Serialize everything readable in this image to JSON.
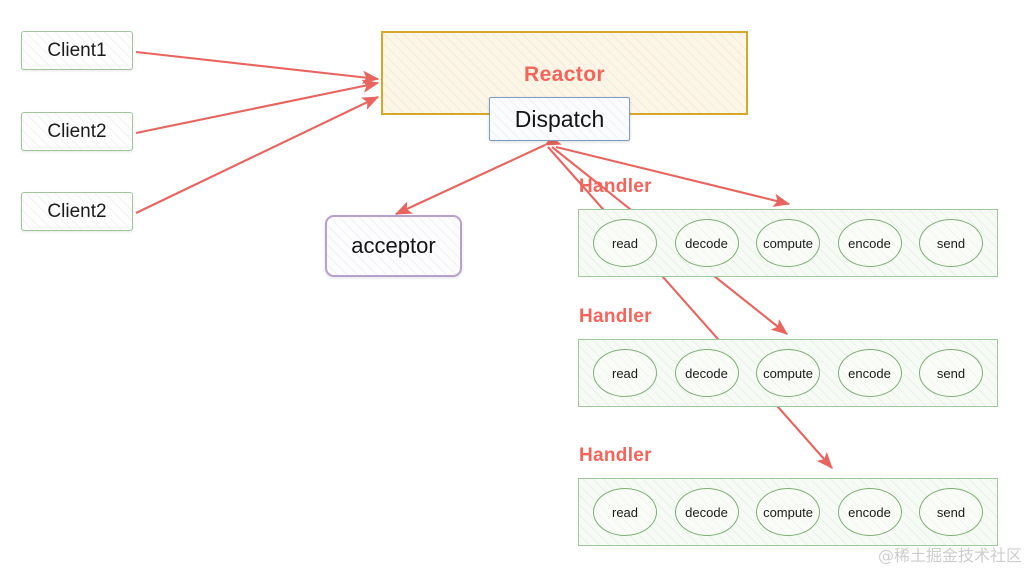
{
  "diagram": {
    "title": "Reactor multi-handler dispatch diagram",
    "colors": {
      "accent_red": "#f4645a",
      "client_border": "#9ec79a",
      "reactor_border": "#d6a829",
      "reactor_fill": "#fdf6e6",
      "dispatch_border": "#7f9dc2",
      "acceptor_border": "#b79fce",
      "handler_border": "#9ec79a",
      "handler_fill": "#f7fbf5",
      "stage_border": "#7fae77",
      "arrow": "#e8655f"
    }
  },
  "clients": [
    {
      "label": "Client1"
    },
    {
      "label": "Client2"
    },
    {
      "label": "Client2"
    }
  ],
  "reactor": {
    "label": "Reactor"
  },
  "dispatch": {
    "label": "Dispatch"
  },
  "acceptor": {
    "label": "acceptor"
  },
  "handlers": [
    {
      "label": "Handler",
      "stages": [
        "read",
        "decode",
        "compute",
        "encode",
        "send"
      ]
    },
    {
      "label": "Handler",
      "stages": [
        "read",
        "decode",
        "compute",
        "encode",
        "send"
      ]
    },
    {
      "label": "Handler",
      "stages": [
        "read",
        "decode",
        "compute",
        "encode",
        "send"
      ]
    }
  ],
  "watermark": {
    "text": "@稀土掘金技术社区"
  }
}
